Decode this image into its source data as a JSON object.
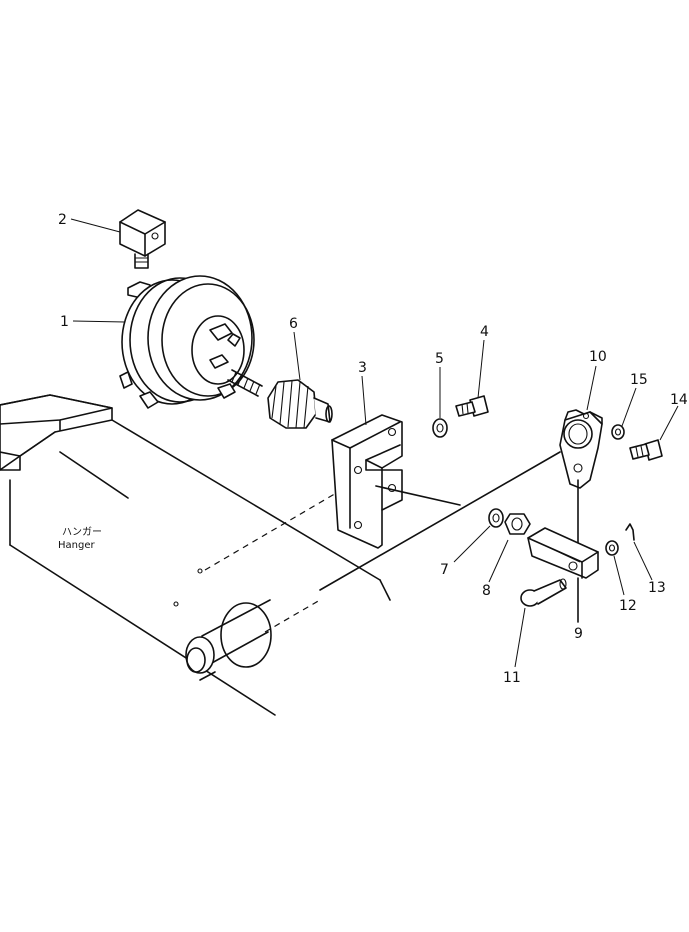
{
  "callouts": [
    "1",
    "2",
    "3",
    "4",
    "5",
    "6",
    "7",
    "8",
    "9",
    "10",
    "11",
    "12",
    "13",
    "14",
    "15"
  ],
  "hanger_label_jp": "ハンガー",
  "hanger_label_en": "Hanger"
}
